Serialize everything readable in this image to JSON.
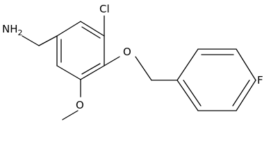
{
  "molecule": {
    "labels": {
      "amine": "NH",
      "amine_subscript": "2",
      "chlorine": "Cl",
      "ether_oxygen": "O",
      "methoxy_oxygen": "O",
      "fluorine": "F"
    },
    "colors": {
      "bond": "#000000",
      "text": "#000000",
      "background": "#ffffff"
    }
  }
}
